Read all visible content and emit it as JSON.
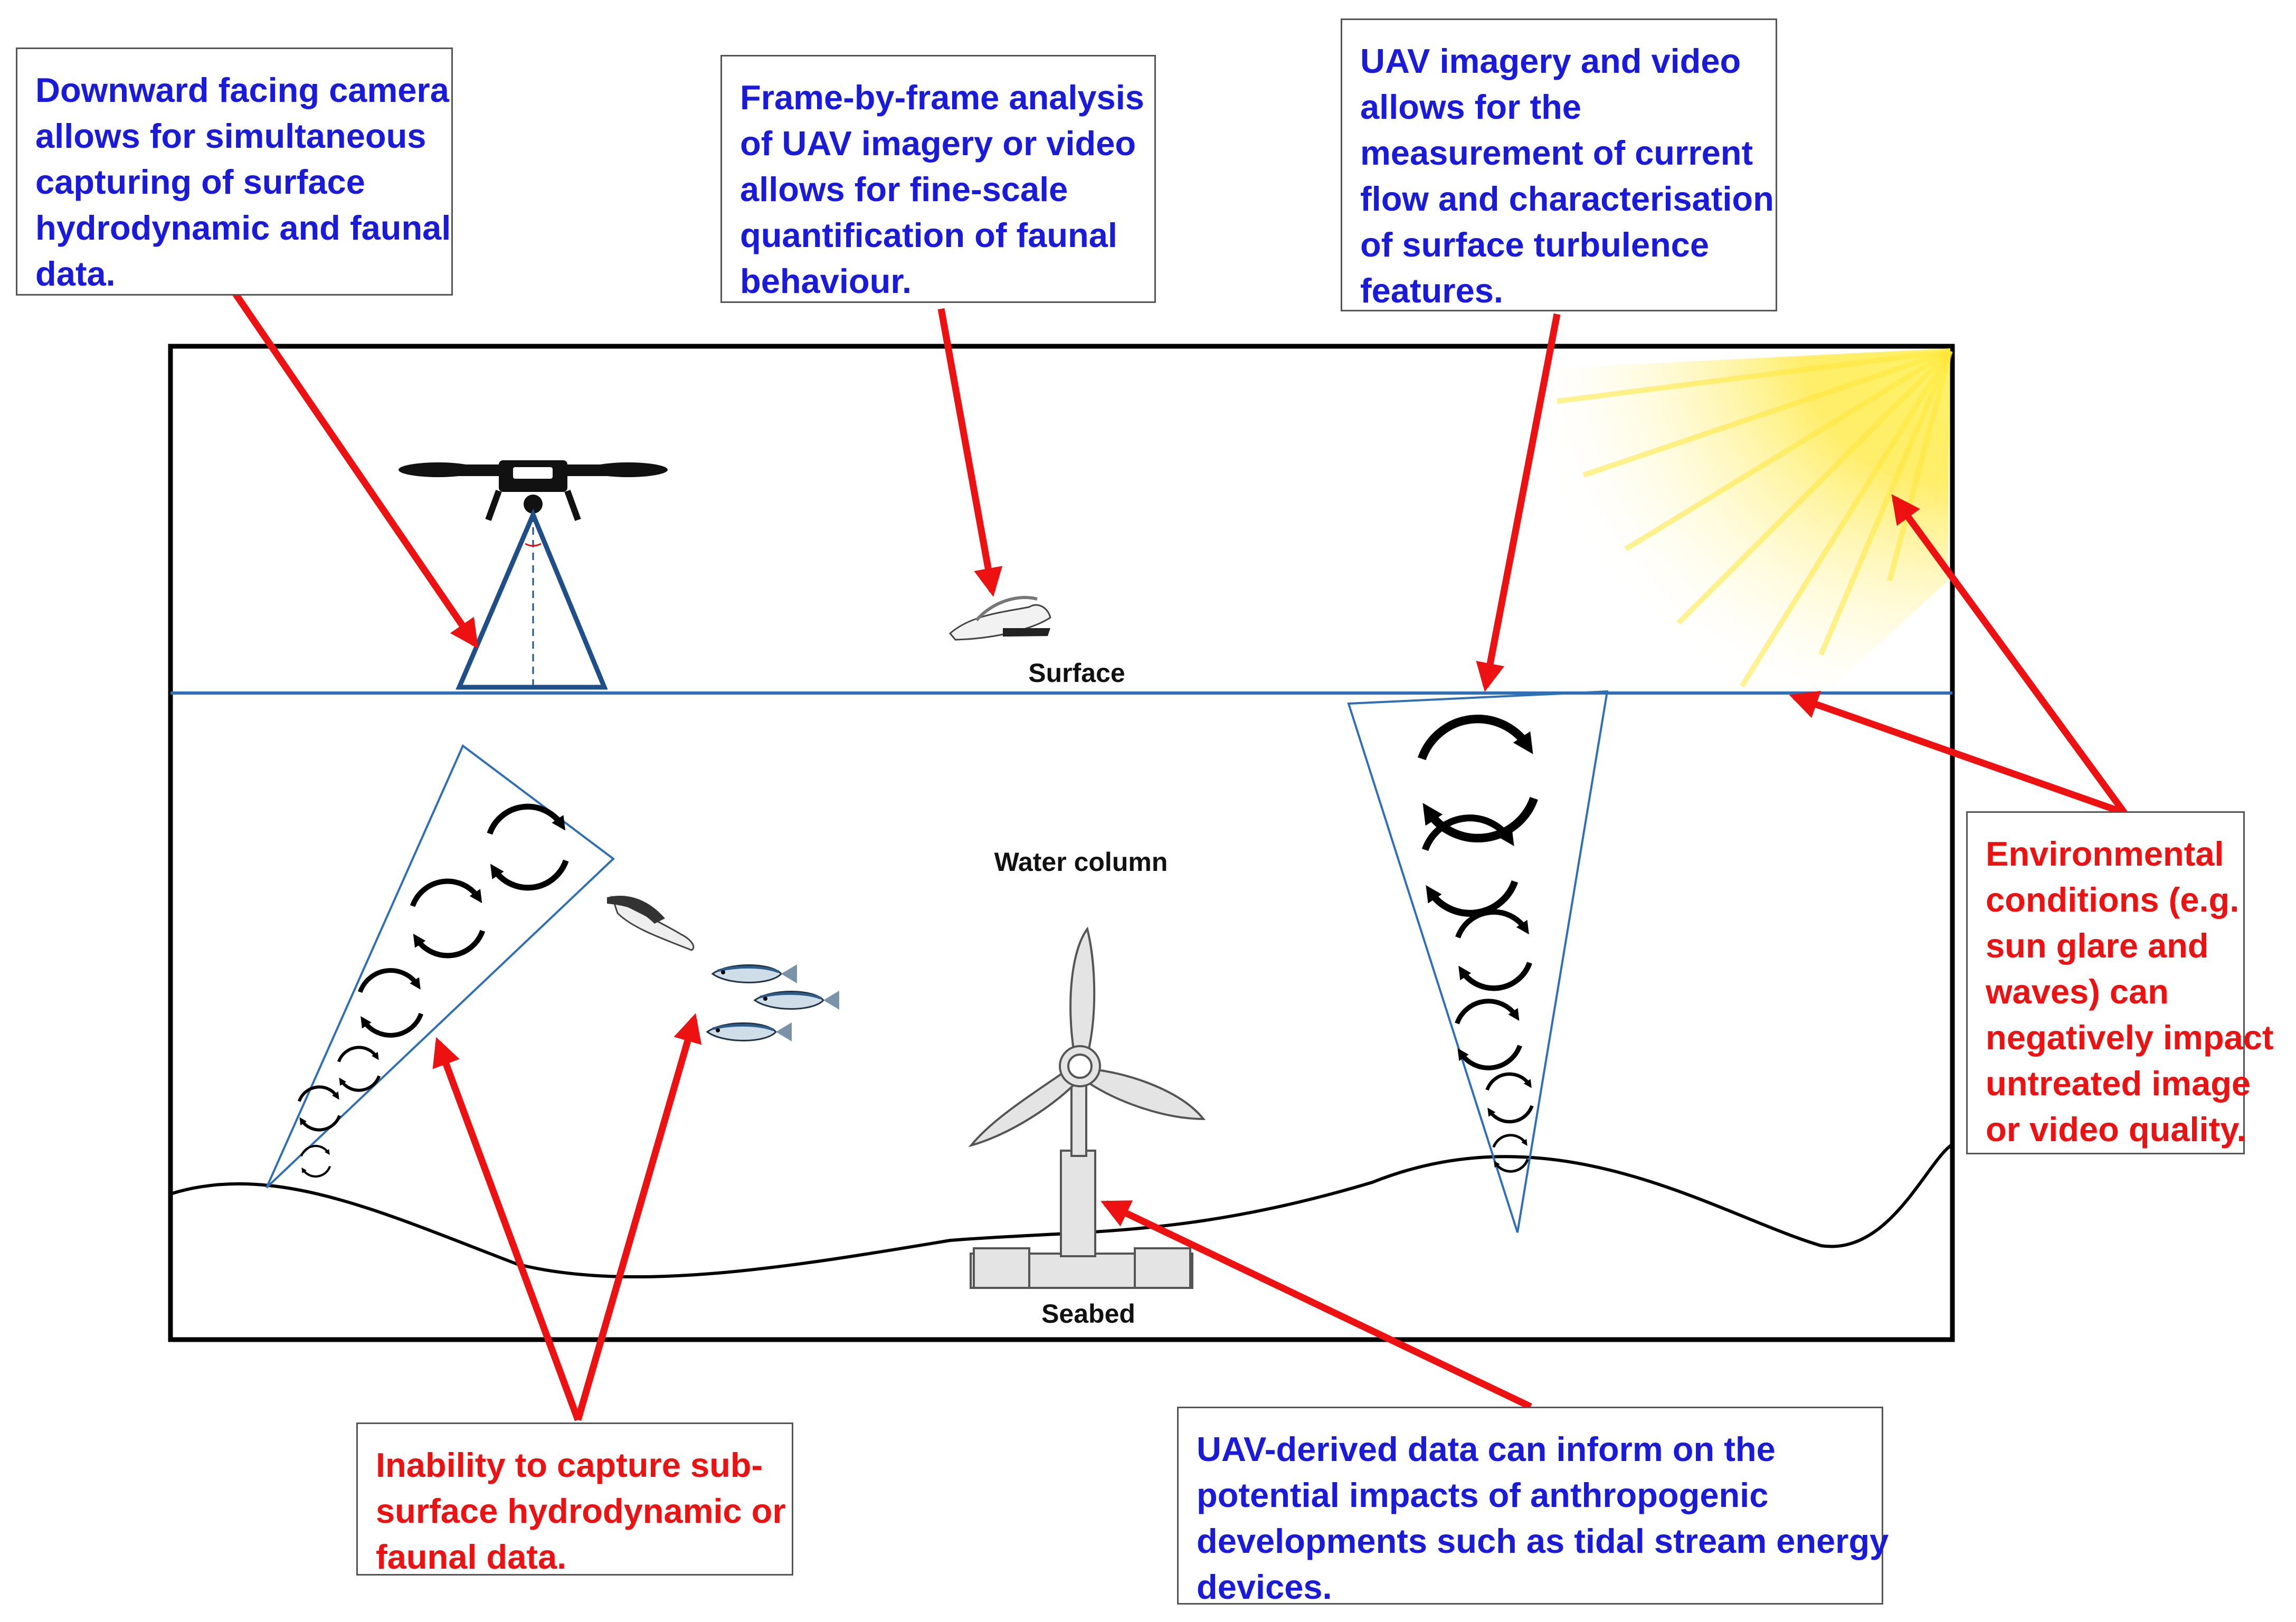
{
  "colors": {
    "positive_text": "#1a1adc",
    "limitation_text": "#ee1111",
    "arrow": "#ee1111",
    "surface_line": "#2f6fb5",
    "sun_glare": "#ffe838"
  },
  "zones": {
    "surface": "Surface",
    "water_column": "Water column",
    "seabed": "Seabed"
  },
  "callouts": {
    "camera": [
      "Downward facing camera",
      "allows for simultaneous",
      "capturing of surface",
      "hydrodynamic and faunal",
      "data."
    ],
    "frame_analysis": [
      "Frame-by-frame analysis",
      "of UAV imagery or video",
      "allows for fine-scale",
      "quantification of faunal",
      "behaviour."
    ],
    "current_flow": [
      "UAV imagery and video",
      "allows for the",
      "measurement of current",
      "flow and characterisation",
      "of surface turbulence",
      "features."
    ],
    "environmental": [
      "Environmental",
      "conditions (e.g.",
      "sun glare and",
      "waves) can",
      "negatively impact",
      "untreated image",
      "or video quality."
    ],
    "subsurface": [
      "Inability to capture sub-",
      "surface hydrodynamic or",
      "faunal data."
    ],
    "anthropogenic": [
      "UAV-derived data can inform on the",
      "potential impacts of anthropogenic",
      "developments such as tidal stream energy",
      "devices."
    ]
  },
  "icons": [
    "drone-icon",
    "seabird-icon",
    "fish-icon",
    "tidal-turbine-icon",
    "sun-glare-icon",
    "turbulence-eddy-icon"
  ]
}
